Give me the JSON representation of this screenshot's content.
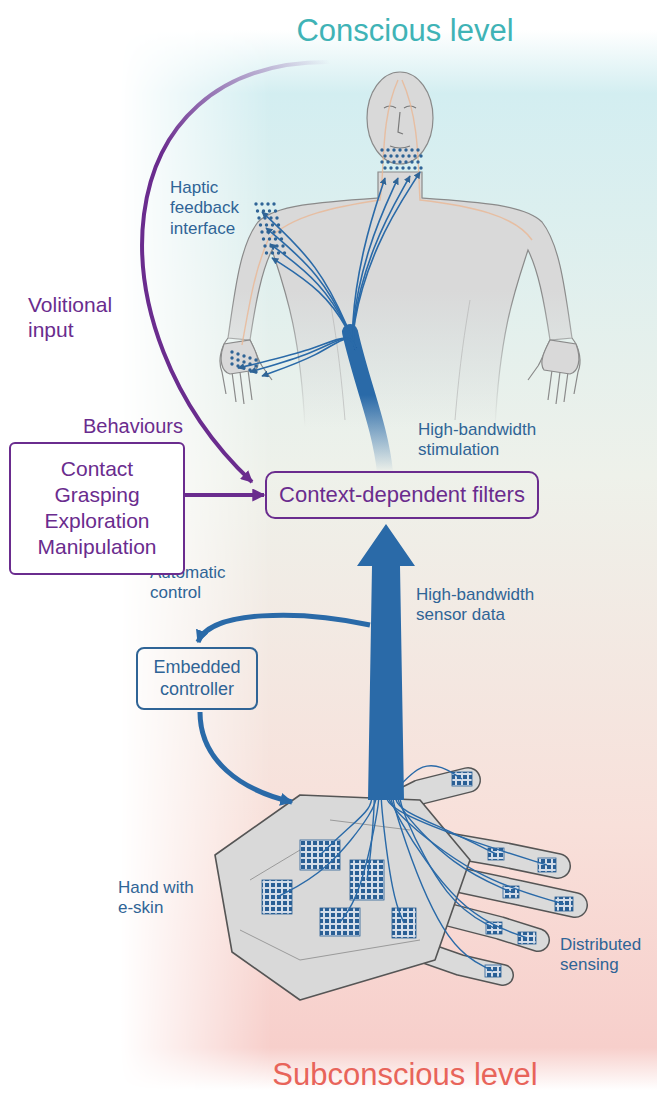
{
  "diagram": {
    "title": "Conscious level",
    "nodes": [
      {
        "text": [
          "Behaviours",
          "Contact Grasping Exploration Manipulation"
        ]
      },
      {
        "text": [
          "Context-dependent filters"
        ]
      },
      {
        "text": [
          "Embedded controller"
        ]
      }
    ],
    "edges": [
      {
        "from": 0,
        "to": 1,
        "arrow": "to"
      }
    ],
    "labels": [
      "Haptic feedback interface",
      "Volitional input",
      "High-bandwidth stimulation",
      "Automatic control",
      "High-bandwidth sensor data",
      "Hand with e-skin",
      "Distributed sensing",
      "Subconscious level"
    ]
  }
}
